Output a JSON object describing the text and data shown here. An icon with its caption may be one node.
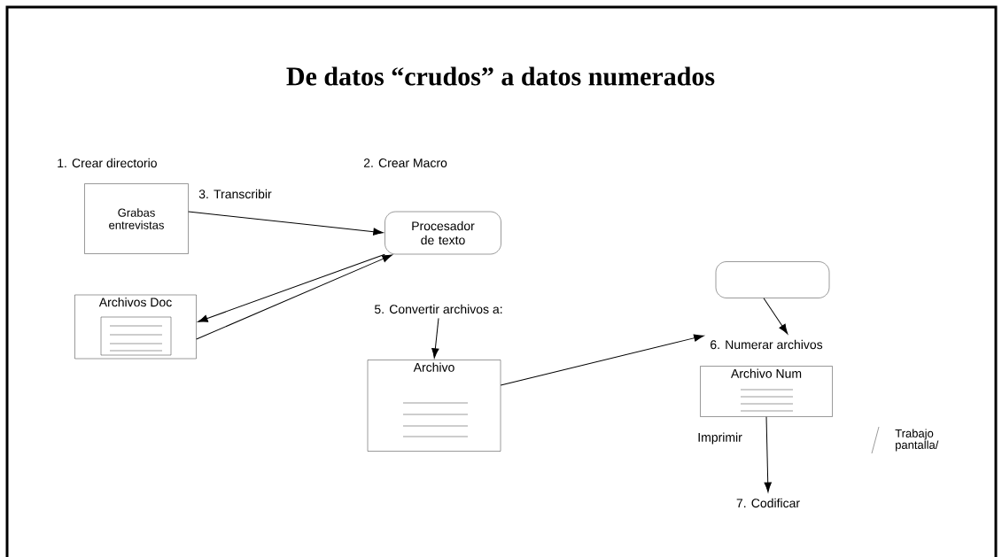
{
  "diagram": {
    "title": "De datos “crudos” a datos numerados",
    "nodes": [
      {
        "text": [
          "Grabas entrevistas"
        ]
      },
      {
        "text": [
          "Procesador de texto"
        ]
      },
      {
        "text": [
          "Archivos Doc"
        ]
      },
      {
        "text": [
          "5. Convertir archivos a:"
        ]
      },
      {
        "text": [
          "Archivo"
        ]
      },
      {
        "text": [],
        "shape": "box"
      },
      {
        "text": [
          "6. Numerar archivos"
        ]
      },
      {
        "text": [
          "Archivo Num"
        ]
      },
      {
        "text": [
          "7. Codificar"
        ]
      }
    ],
    "edges": [
      {
        "from": 0,
        "to": 1,
        "arrow": "to",
        "label": "3. Transcribir"
      },
      {
        "from": 1,
        "to": 2,
        "arrow": "to"
      },
      {
        "from": 2,
        "to": 1,
        "arrow": "to"
      },
      {
        "from": 3,
        "to": 4,
        "arrow": "to"
      },
      {
        "from": 4,
        "to": 6,
        "arrow": "to"
      },
      {
        "from": 5,
        "to": 6,
        "arrow": "to"
      },
      {
        "from": 7,
        "to": 8,
        "arrow": "to"
      }
    ],
    "labels": [
      "1. Crear directorio",
      "2. Crear Macro",
      "Imprimir",
      "Trabajo pantalla/"
    ]
  }
}
